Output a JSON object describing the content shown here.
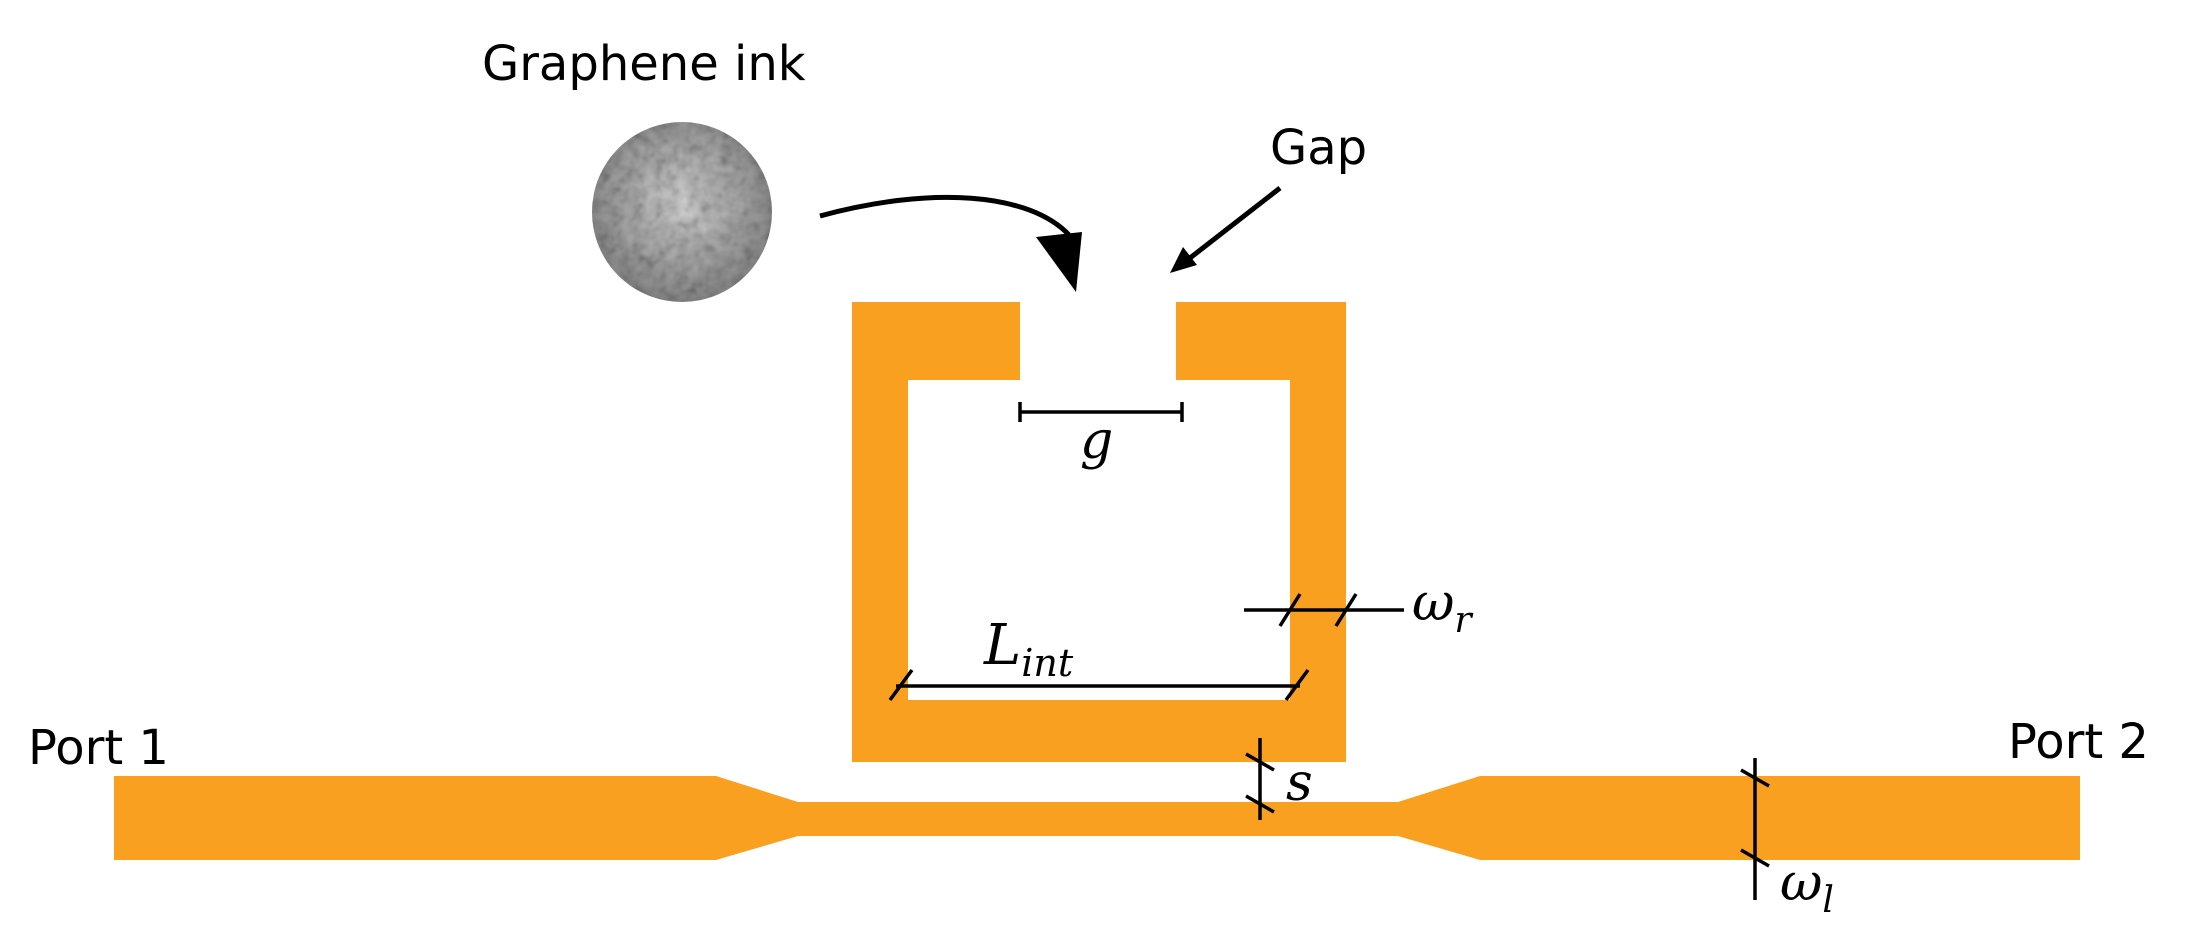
{
  "colors": {
    "metal": "#FAA021",
    "ink_light": "#d8d8d8",
    "ink_dark": "#8c8c8c",
    "line": "#000000",
    "background": "#ffffff"
  },
  "labels": {
    "graphene_ink": "Graphene ink",
    "gap": "Gap",
    "port1": "Port 1",
    "port2": "Port 2",
    "g": "g",
    "s": "s",
    "L": "L",
    "L_sub": "int",
    "omega_r": "ω",
    "omega_r_sub": "r",
    "omega_l": "ω",
    "omega_l_sub": "l"
  }
}
